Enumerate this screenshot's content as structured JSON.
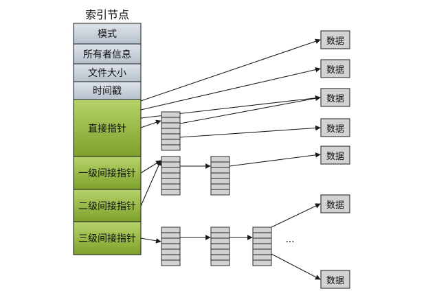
{
  "inode": {
    "title": "索引节点",
    "meta_fields": [
      "模式",
      "所有者信息",
      "文件大小",
      "时间戳"
    ],
    "pointer_fields": [
      "直接指针",
      "一级间接指针",
      "二级间接指针",
      "三级间接指针"
    ]
  },
  "data_block_label": "数据",
  "ellipsis": "...",
  "colors": {
    "meta_fill": "#c6cfd9",
    "pointer_fill_light": "#b6d36a",
    "pointer_fill_dark": "#7ea12a",
    "block_fill": "#d2d2d2",
    "line": "#1a1a1a"
  }
}
